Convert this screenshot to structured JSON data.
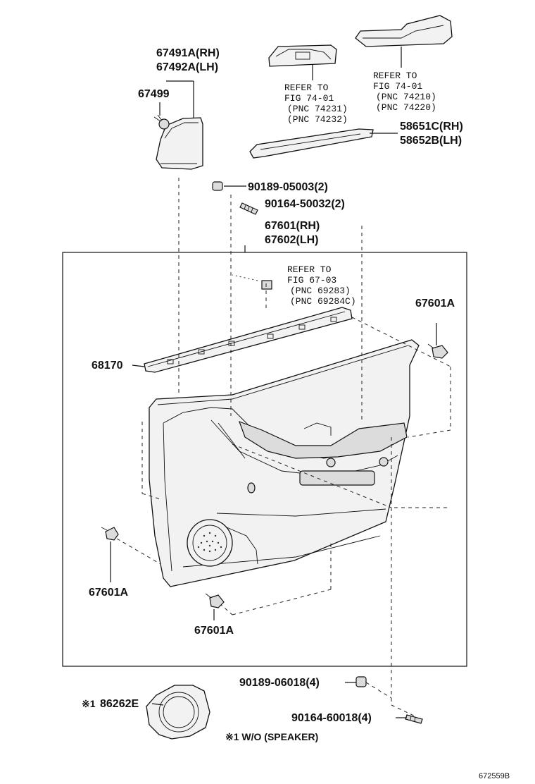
{
  "labels": {
    "trim_rh": "67491A(RH)",
    "trim_lh": "67492A(LH)",
    "clip_a": "67499",
    "switch_refer": "REFER TO",
    "switch_fig": "FIG  74-01",
    "switch_pnc1": "(PNC 74231)",
    "switch_pnc2": "(PNC 74232)",
    "armrest_refer": "REFER TO",
    "armrest_fig": "FIG  74-01",
    "armrest_pnc1": "(PNC 74210)",
    "armrest_pnc2": "(PNC 74220)",
    "pad_rh": "58651C(RH)",
    "pad_lh": "58652B(LH)",
    "nut": "90189-05003(2)",
    "screw": "90164-50032(2)",
    "board_rh": "67601(RH)",
    "board_lh": "67602(LH)",
    "handle_refer": "REFER TO",
    "handle_fig": "FIG 67-03",
    "handle_pnc1": "(PNC 69283)",
    "handle_pnc2": "(PNC 69284C)",
    "clip_top_right": "67601A",
    "weatherstrip": "68170",
    "clip_left": "67601A",
    "clip_bottom": "67601A",
    "nut2": "90189-06018(4)",
    "speaker_cover_mark": "※1",
    "speaker_cover": "86262E",
    "screw2": "90164-60018(4)",
    "footnote": "※1 W/O (SPEAKER)",
    "figure_id": "672559B"
  }
}
